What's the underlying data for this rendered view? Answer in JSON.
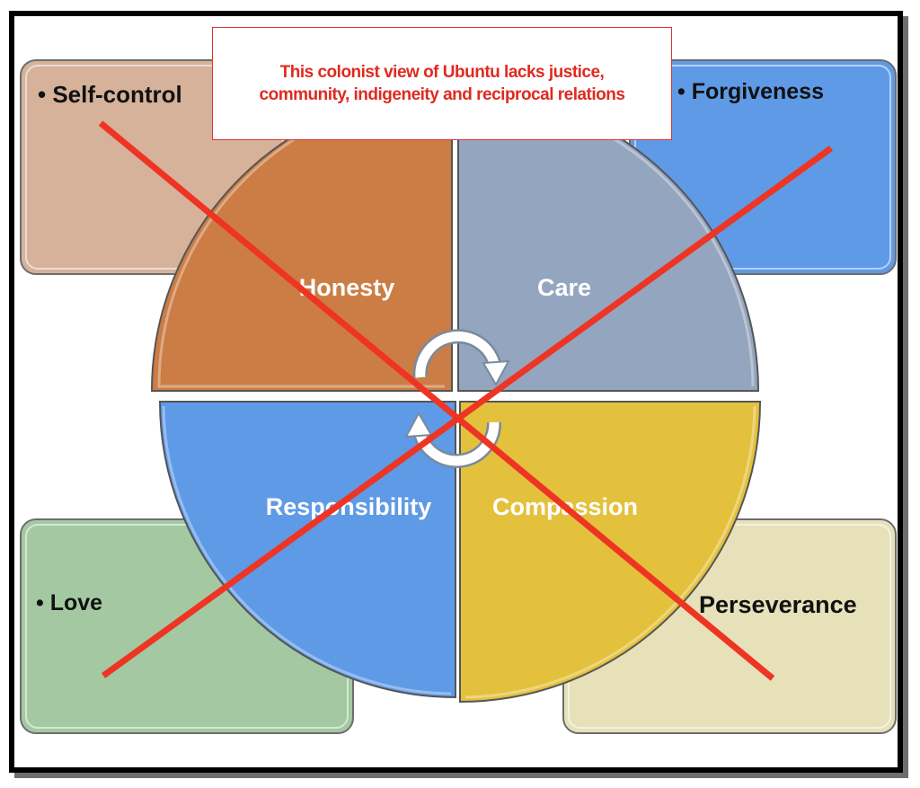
{
  "note": {
    "text": "This colonist view of Ubuntu lacks justice, community, indigeneity and reciprocal relations",
    "color": "#e02a1f"
  },
  "corner_boxes": {
    "top_left": "• Self-control",
    "top_right": "• Forgiveness",
    "bottom_left": "• Love",
    "bottom_right": "Perseverance"
  },
  "segments": {
    "top_left": "Honesty",
    "top_right": "Care",
    "bottom_left": "Responsibility",
    "bottom_right": "Compassion"
  },
  "colors": {
    "honesty": "#cb7d45",
    "care": "#94a5bf",
    "responsibility": "#5f9ae6",
    "compassion": "#e4c13c",
    "cross": "#ee3524"
  },
  "icons": [
    "cycle-arrows-icon",
    "cross-out-mark"
  ]
}
